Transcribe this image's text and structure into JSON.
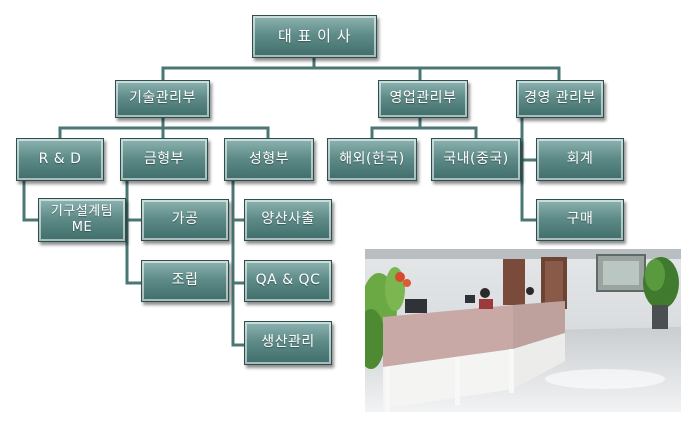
{
  "org_chart": {
    "ceo": {
      "label": "대 표 이 사"
    },
    "departments": {
      "tech": {
        "label": "기술관리부"
      },
      "sales": {
        "label": "영업관리부"
      },
      "mgmt": {
        "label": "경영 관리부"
      }
    },
    "tech_units": {
      "rnd": {
        "label": "R & D"
      },
      "mold": {
        "label": "금형부"
      },
      "molding": {
        "label": "성형부"
      }
    },
    "rnd_children": {
      "design_team_line1": "기구설계팀",
      "design_team_line2": "ME"
    },
    "mold_children": {
      "processing": "가공",
      "assembly": "조립"
    },
    "molding_children": {
      "injection": "양산사출",
      "qa_qc": "QA & QC",
      "production_mgmt": "생산관리"
    },
    "sales_children": {
      "overseas": "해외(한국)",
      "domestic": "국내(중국)"
    },
    "mgmt_children": {
      "accounting": "회계",
      "purchasing": "구매"
    }
  },
  "colors": {
    "box_fill": "#5f8c89",
    "box_border": "#2d4f4d",
    "connector": "#4a7774",
    "text": "#ffffff"
  }
}
